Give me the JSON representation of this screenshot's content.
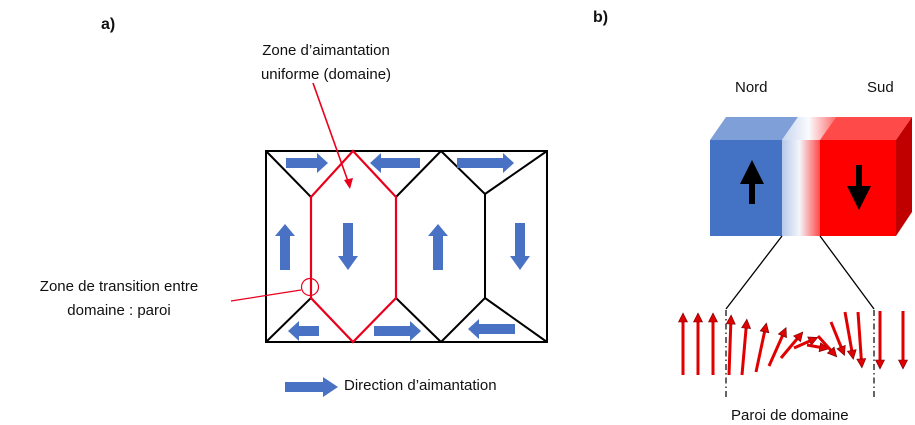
{
  "panel_a": {
    "label": "a)",
    "domain_zone_label_line1": "Zone d’aimantation",
    "domain_zone_label_line2": "uniforme (domaine)",
    "transition_label_line1": "Zone de transition entre",
    "transition_label_line2": "domaine : paroi",
    "legend_label": "Direction d’aimantation"
  },
  "panel_b": {
    "label": "b)",
    "north_label": "Nord",
    "south_label": "Sud",
    "wall_label": "Paroi de domaine"
  },
  "colors": {
    "arrow_blue": "#4a72c4",
    "domain_red": "#e8001c",
    "magnet_blue": "#4472c4",
    "magnet_red": "#ff0000",
    "spin_red": "#e00000"
  }
}
